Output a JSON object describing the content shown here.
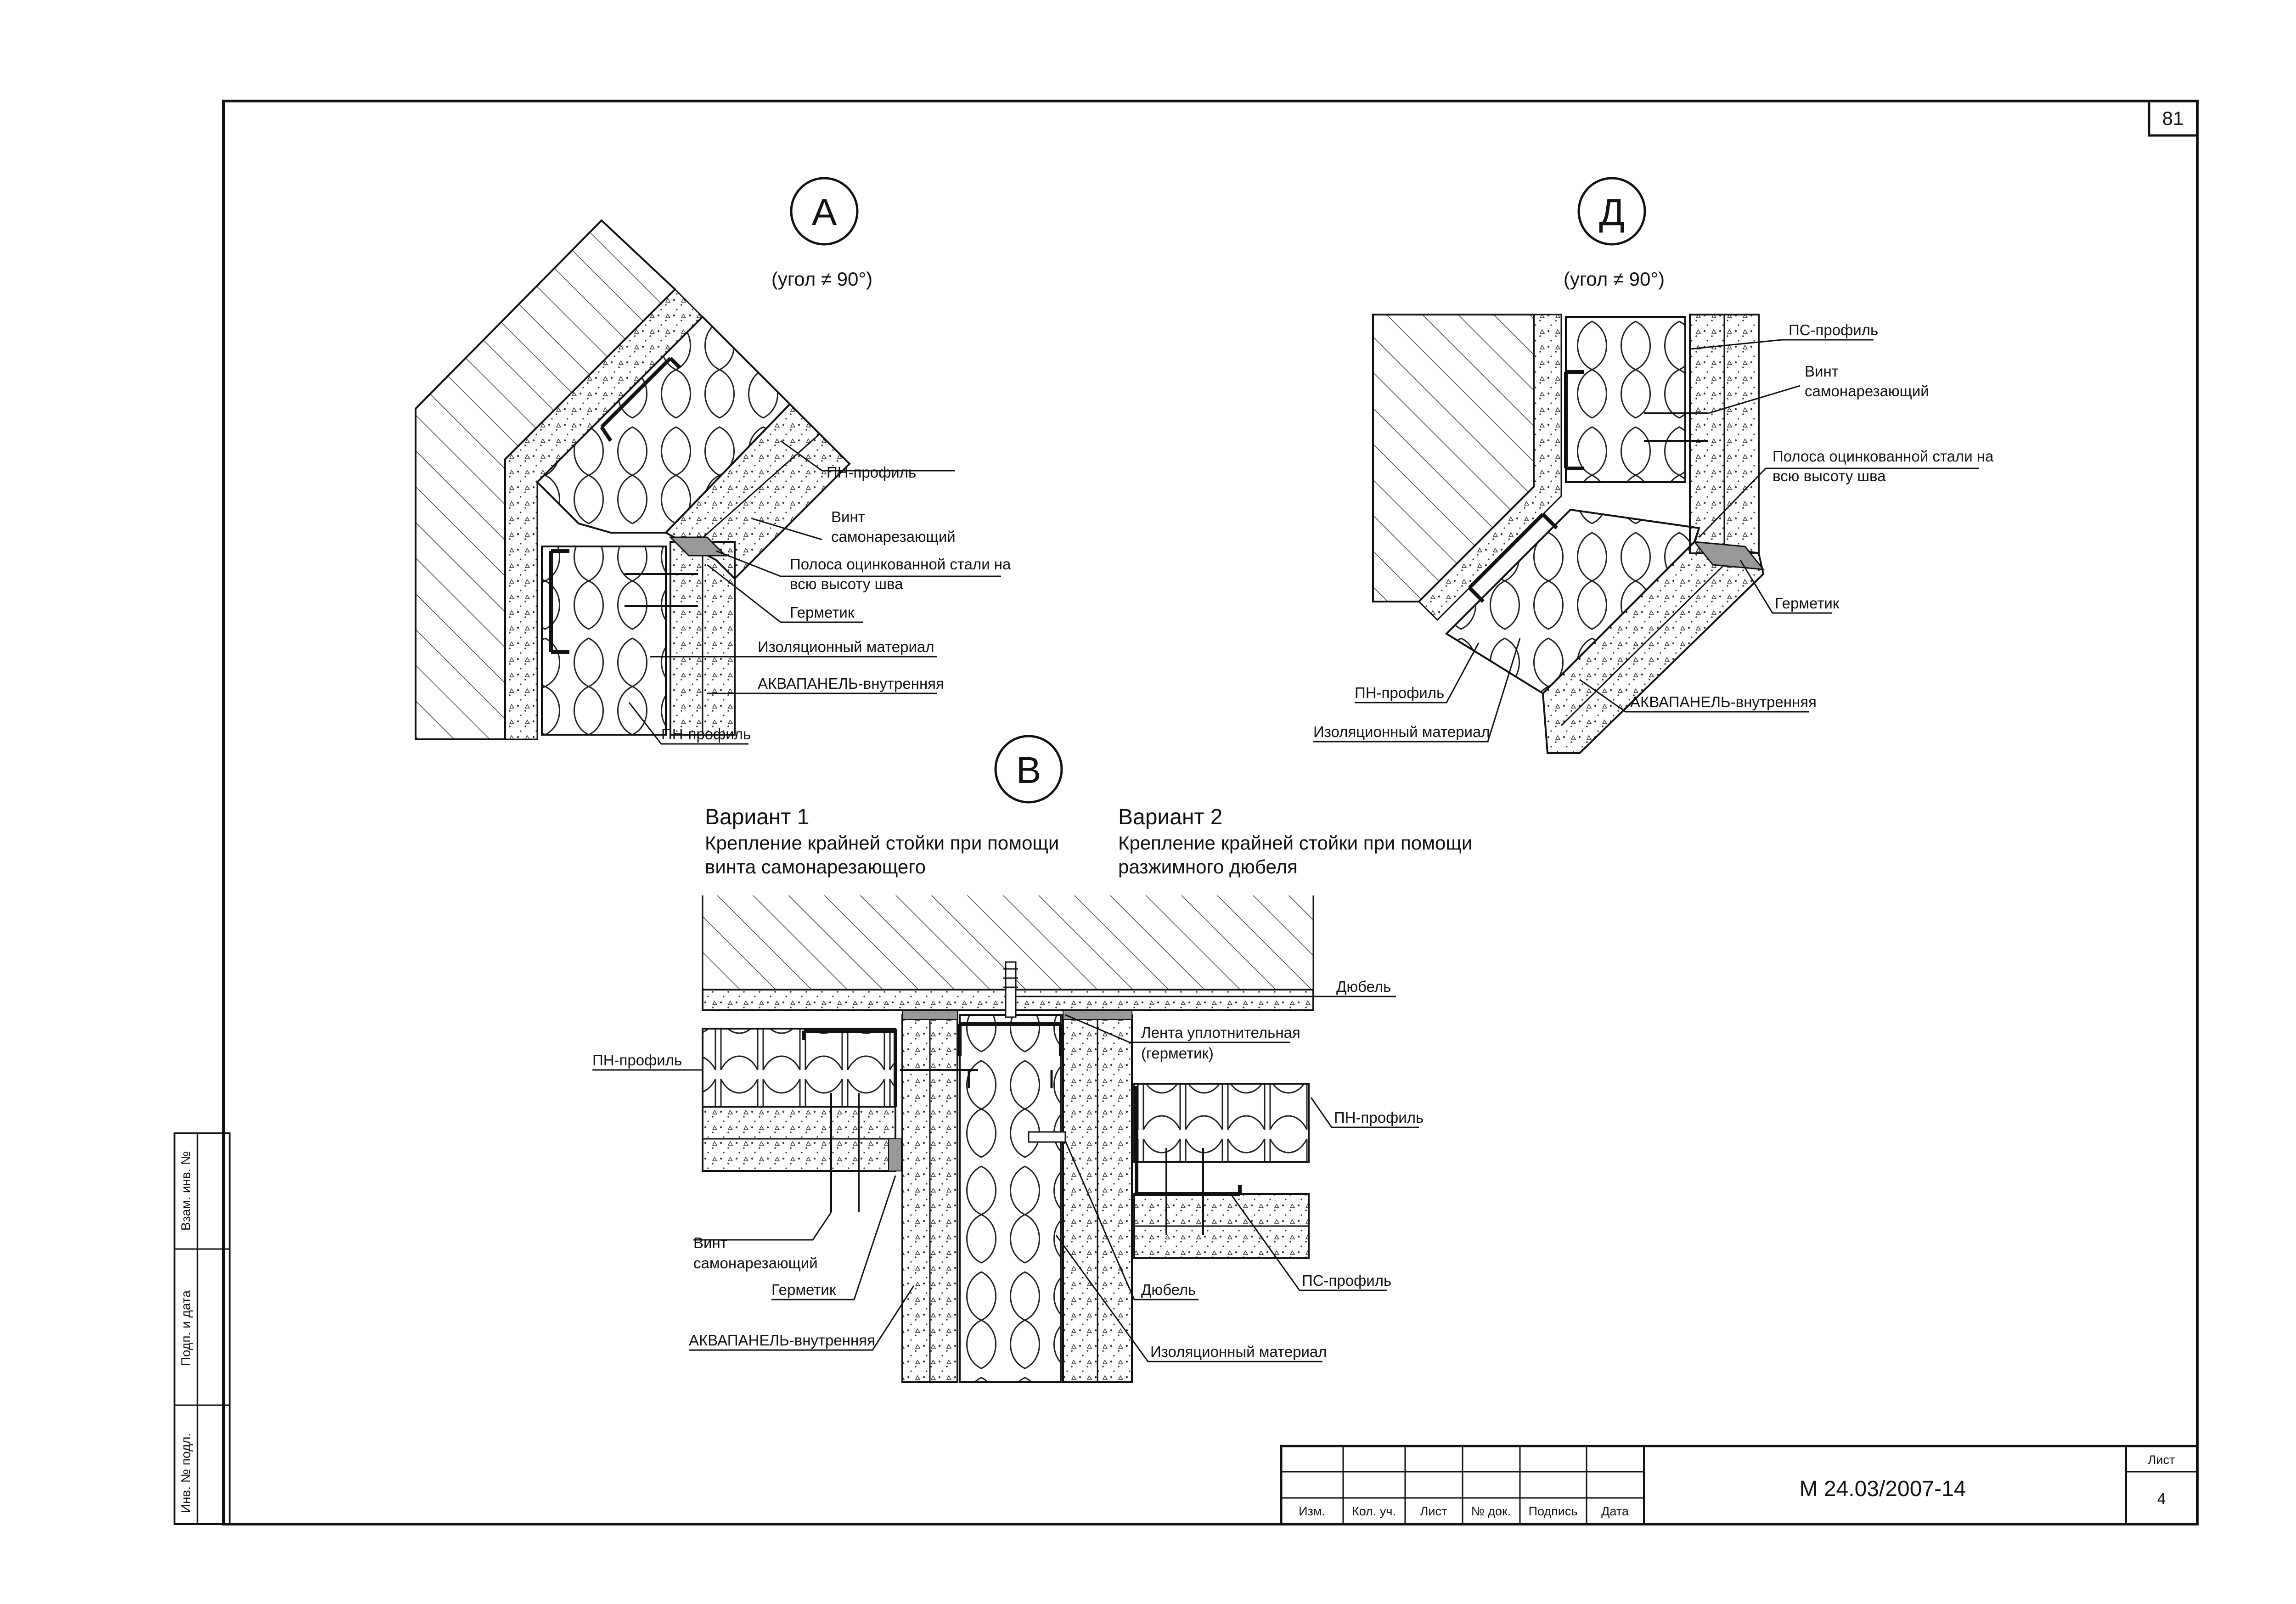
{
  "sheet": {
    "page_number": "81",
    "document_code": "М 24.03/2007-14",
    "sheet_label": "Лист",
    "sheet_number": "4"
  },
  "stamp_columns": [
    "Изм.",
    "Кол. уч.",
    "Лист",
    "№ док.",
    "Подпись",
    "Дата"
  ],
  "side_stamp": [
    "Взам. инв. №",
    "Подп. и дата",
    "Инв. № подл."
  ],
  "detail_a": {
    "marker": "А",
    "note": "(угол ≠ 90°)",
    "labels": {
      "pn_profile_top": "ПН-профиль",
      "screw_1": "Винт",
      "screw_2": "самонарезающий",
      "strip_1": "Полоса оцинкованной стали на",
      "strip_2": "всю высоту шва",
      "sealant": "Герметик",
      "insulation": "Изоляционный материал",
      "aquapanel": "АКВАПАНЕЛЬ-внутренняя",
      "pn_profile_bottom": "ПН-профиль"
    }
  },
  "detail_d": {
    "marker": "Д",
    "note": "(угол ≠ 90°)",
    "labels": {
      "ps_profile": "ПС-профиль",
      "screw_1": "Винт",
      "screw_2": "самонарезающий",
      "strip_1": "Полоса оцинкованной стали на",
      "strip_2": "всю высоту шва",
      "sealant": "Герметик",
      "pn_profile": "ПН-профиль",
      "insulation": "Изоляционный материал",
      "aquapanel": "АКВАПАНЕЛЬ-внутренняя"
    }
  },
  "detail_v": {
    "marker": "В",
    "variant1": {
      "title": "Вариант 1",
      "desc_1": "Крепление крайней стойки при помощи",
      "desc_2": "винта самонарезающего"
    },
    "variant2": {
      "title": "Вариант 2",
      "desc_1": "Крепление крайней стойки при помощи",
      "desc_2": "разжимного дюбеля"
    },
    "labels": {
      "dowel_top": "Дюбель",
      "tape_1": "Лента уплотнительная",
      "tape_2": "(герметик)",
      "pn_left": "ПН-профиль",
      "pn_right": "ПН-профиль",
      "screw_1": "Винт",
      "screw_2": "самонарезающий",
      "sealant": "Герметик",
      "aquapanel": "АКВАПАНЕЛЬ-внутренняя",
      "dowel_bottom": "Дюбель",
      "ps_profile": "ПС-профиль",
      "insulation": "Изоляционный материал"
    }
  }
}
